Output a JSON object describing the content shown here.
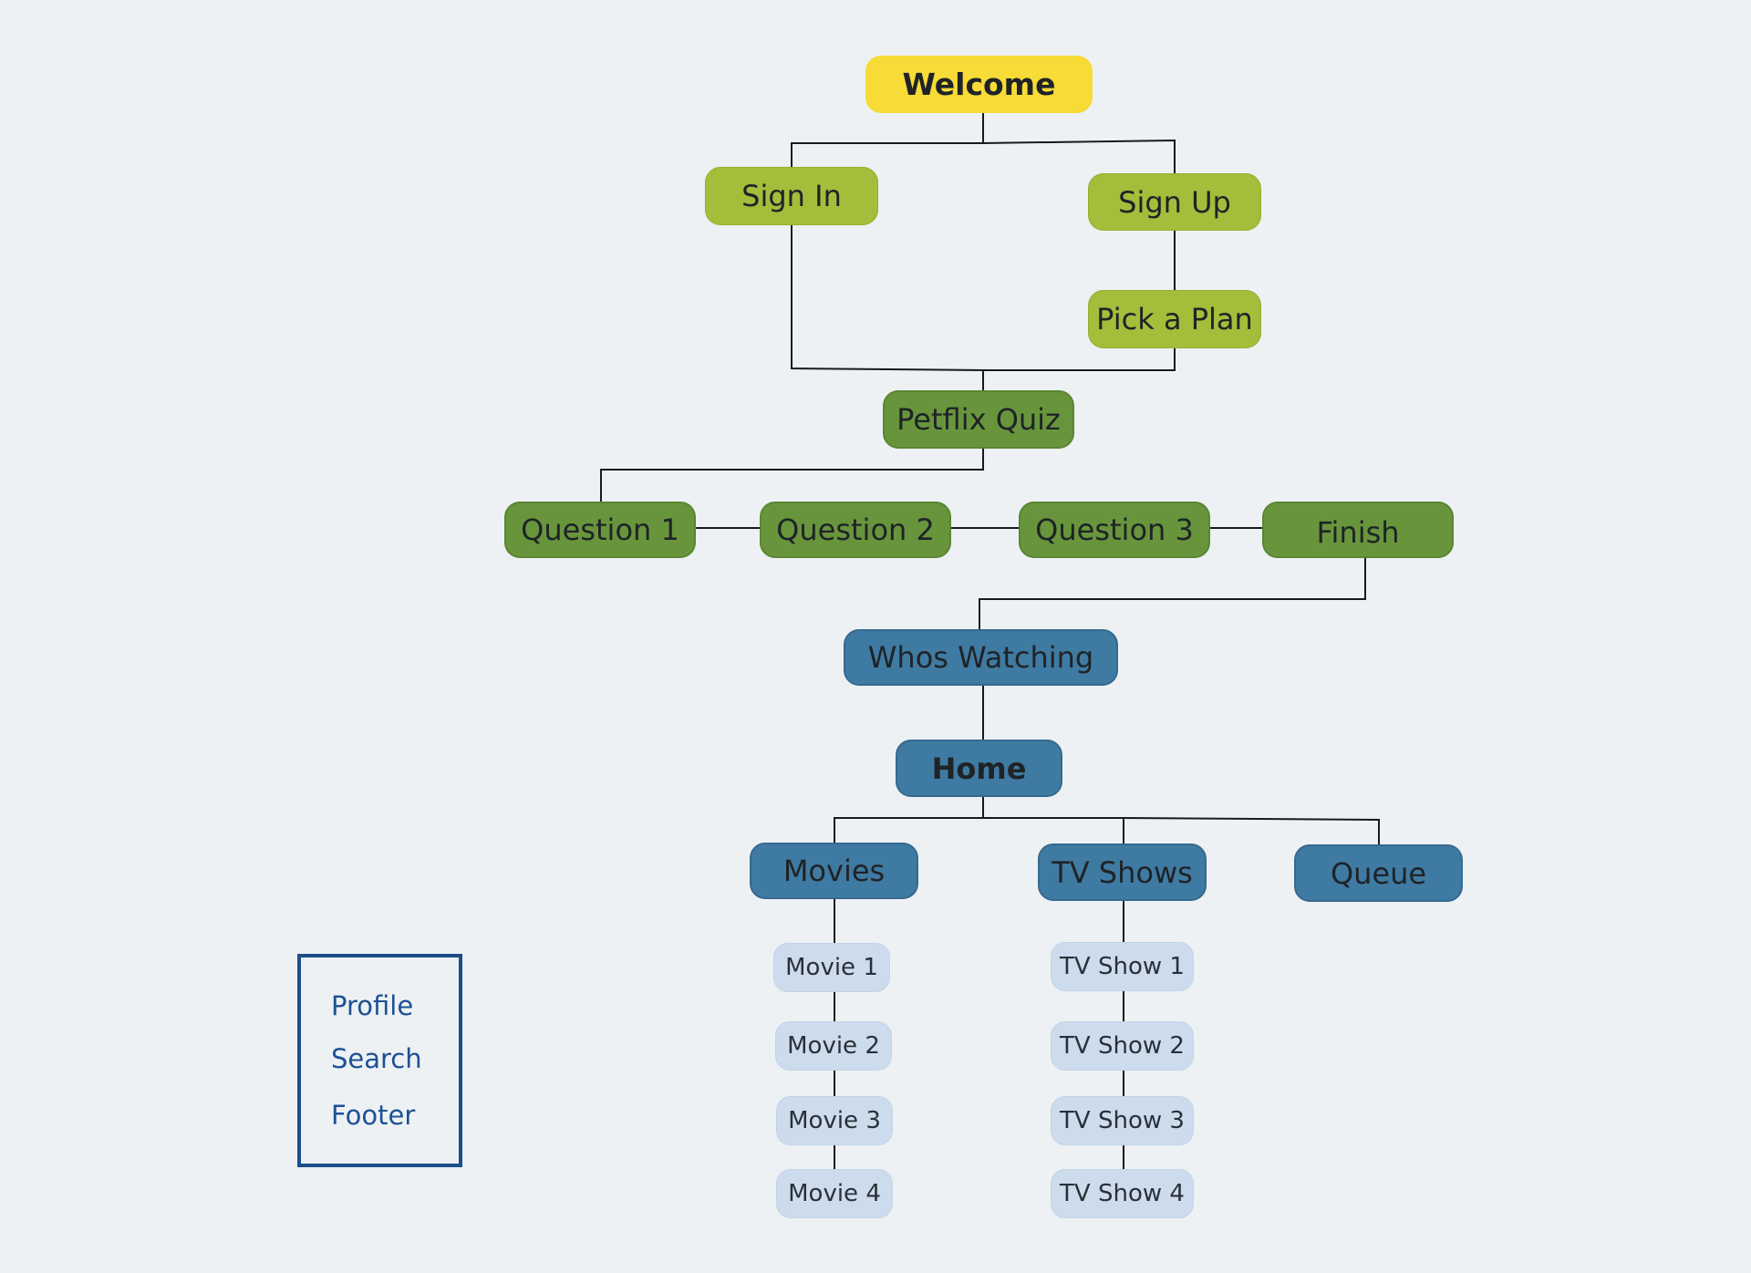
{
  "nodes": {
    "welcome": "Welcome",
    "sign_in": "Sign In",
    "sign_up": "Sign Up",
    "pick_plan": "Pick a Plan",
    "quiz": "Petflix Quiz",
    "q1": "Question 1",
    "q2": "Question 2",
    "q3": "Question 3",
    "finish": "Finish",
    "whos_watching": "Whos Watching",
    "home": "Home",
    "movies": "Movies",
    "tv_shows": "TV Shows",
    "queue": "Queue",
    "movie1": "Movie 1",
    "movie2": "Movie 2",
    "movie3": "Movie 3",
    "movie4": "Movie 4",
    "tv1": "TV Show 1",
    "tv2": "TV Show 2",
    "tv3": "TV Show 3",
    "tv4": "TV Show 4"
  },
  "legend": {
    "items": [
      "Profile",
      "Search",
      "Footer"
    ]
  },
  "colors": {
    "background": "#edf1f4",
    "welcome": "#f7db36",
    "auth": "#a4bd3a",
    "quiz": "#68953c",
    "main": "#3f7aa2",
    "content": "#cddced",
    "legend_border": "#1c4f8a",
    "legend_text": "#1d5194",
    "connector": "#1a1a1a"
  }
}
